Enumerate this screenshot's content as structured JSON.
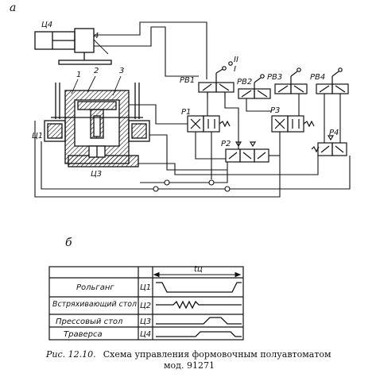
{
  "panel_a_label": "а",
  "panel_b_label": "б",
  "parts": {
    "c4": "Ц4",
    "c1": "Ц1",
    "c3": "Ц3",
    "n1": "1",
    "n2": "2",
    "n3": "3",
    "n4": "4"
  },
  "valves": {
    "rv1": "РВ1",
    "rv2": "РВ2",
    "rv3": "РВ3",
    "rv4": "РВ4",
    "p1": "Р1",
    "p2": "Р2",
    "p3": "Р3",
    "p4": "Р4",
    "pos2": "II",
    "pos1": "I"
  },
  "cycle": {
    "time_label": "tц",
    "rows": [
      {
        "name": "Рольганг",
        "code": "Ц1"
      },
      {
        "name": "Встряхивающий стол",
        "code": "Ц2"
      },
      {
        "name": "Прессовый стол",
        "code": "Ц3"
      },
      {
        "name": "Траверса",
        "code": "Ц4"
      }
    ]
  },
  "caption": {
    "figure": "Рис. 12.10.",
    "text": "Схема управления формовочным полуавтоматом",
    "line2": "мод. 91271"
  }
}
